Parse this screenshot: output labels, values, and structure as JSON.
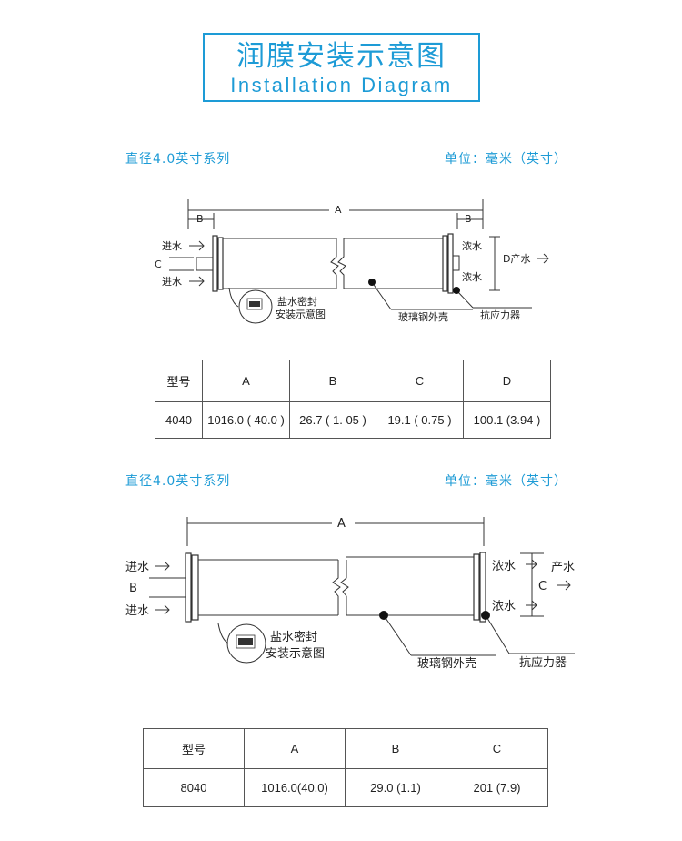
{
  "title": {
    "cn": "润膜安装示意图",
    "en": "Installation Diagram"
  },
  "section1": {
    "series": "直径4.0英寸系列",
    "unit": "单位：毫米（英寸）",
    "labels": {
      "a": "A",
      "b_left": "B",
      "b_right": "B",
      "c": "C",
      "inlet_top": "进水",
      "inlet_bottom": "进水",
      "conc_top": "浓水",
      "conc_bottom": "浓水",
      "d_product": "D产水",
      "brine_seal_1": "盐水密封",
      "brine_seal_2": "安装示意图",
      "glass_shell": "玻璃钢外壳",
      "stress_ring": "抗应力器"
    },
    "table": {
      "headers": [
        "型号",
        "A",
        "B",
        "C",
        "D"
      ],
      "rows": [
        [
          "4040",
          "1016.0 ( 40.0 )",
          "26.7 ( 1. 05 )",
          "19.1 ( 0.75 )",
          "100.1 (3.94 )"
        ]
      ]
    }
  },
  "section2": {
    "series": "直径4.0英寸系列",
    "unit": "单位：毫米（英寸）",
    "labels": {
      "a": "A",
      "b": "B",
      "c": "C",
      "inlet_top": "进水",
      "inlet_bottom": "进水",
      "conc_top": "浓水",
      "conc_bottom": "浓水",
      "product": "产水",
      "brine_seal_1": "盐水密封",
      "brine_seal_2": "安装示意图",
      "glass_shell": "玻璃钢外壳",
      "stress_ring": "抗应力器"
    },
    "table": {
      "headers": [
        "型号",
        "A",
        "B",
        "C"
      ],
      "rows": [
        [
          "8040",
          "1016.0(40.0)",
          "29.0 (1.1)",
          "201 (7.9)"
        ]
      ]
    }
  },
  "colors": {
    "accent": "#1d9bd6",
    "line": "#333333"
  }
}
